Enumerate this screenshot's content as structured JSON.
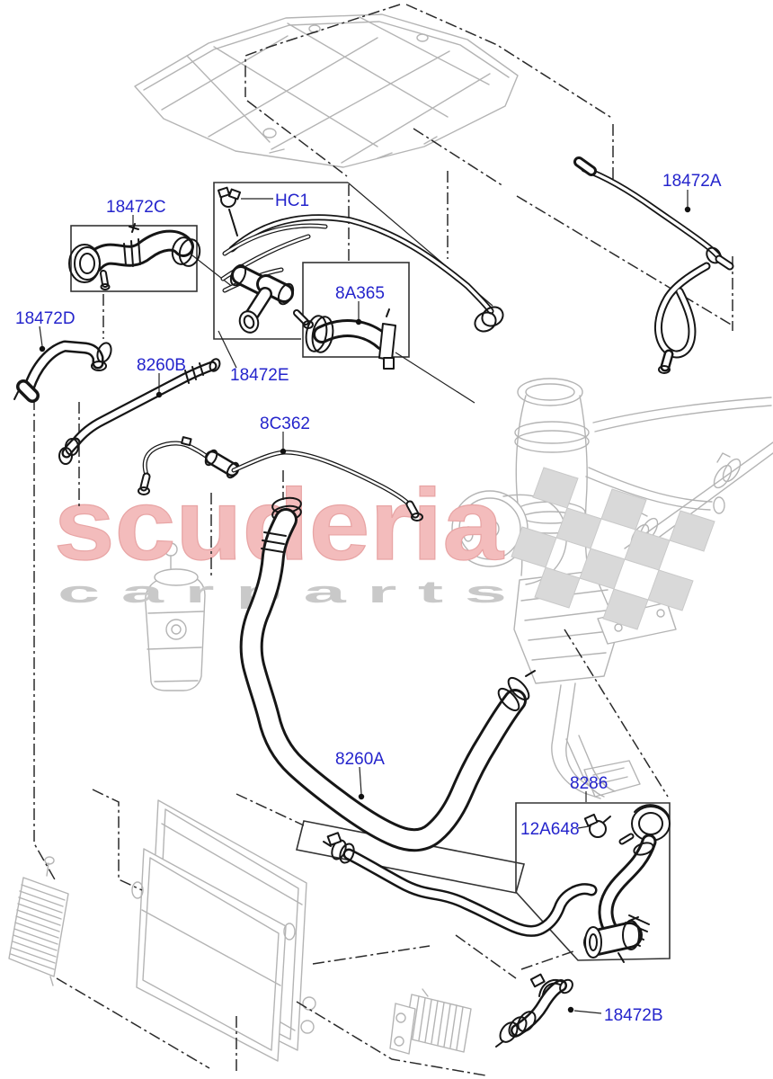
{
  "diagram": {
    "part_labels": [
      {
        "id": "18472C",
        "text": "18472C"
      },
      {
        "id": "HC1",
        "text": "HC1"
      },
      {
        "id": "18472A",
        "text": "18472A"
      },
      {
        "id": "18472D",
        "text": "18472D"
      },
      {
        "id": "8260B",
        "text": "8260B"
      },
      {
        "id": "18472E",
        "text": "18472E"
      },
      {
        "id": "8A365",
        "text": "8A365"
      },
      {
        "id": "8C362",
        "text": "8C362"
      },
      {
        "id": "8260A",
        "text": "8260A"
      },
      {
        "id": "8286",
        "text": "8286"
      },
      {
        "id": "12A648",
        "text": "12A648"
      },
      {
        "id": "18472B",
        "text": "18472B"
      }
    ],
    "watermark": {
      "brand": "scuderia",
      "tagline": "c a r p a r t s"
    },
    "colors": {
      "label_blue": "#2424cc",
      "watermark_pink": "#f3bcbc",
      "watermark_pink_edge": "#e8a5a5",
      "tagline_gray": "#c9c9c9",
      "line_dark": "#161616",
      "line_light": "#b4b4b4",
      "flag_gray": "#d9d9d9"
    }
  }
}
